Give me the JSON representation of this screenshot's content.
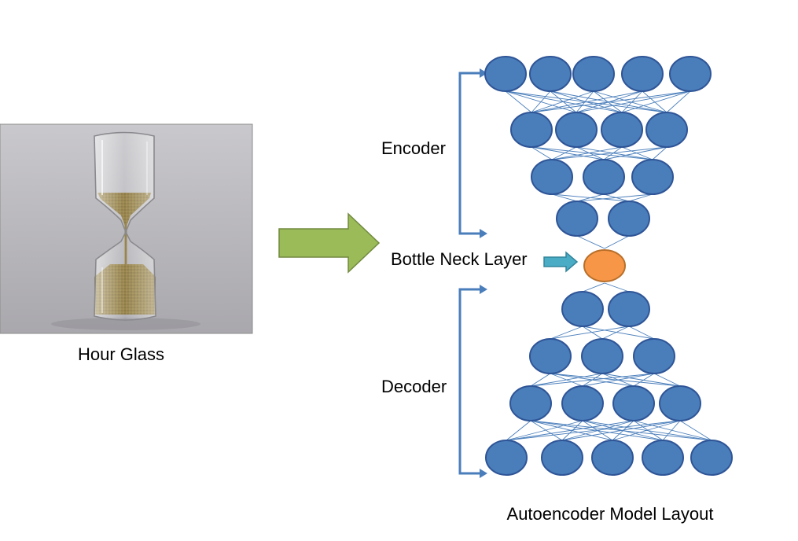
{
  "photo": {
    "caption": "Hour Glass",
    "subject": "hourglass-photo"
  },
  "diagram": {
    "encoder_label": "Encoder",
    "decoder_label": "Decoder",
    "bottleneck_label": "Bottle Neck Layer",
    "caption": "Autoencoder Model Layout",
    "layers": [
      5,
      4,
      3,
      2,
      1,
      2,
      3,
      4,
      5
    ],
    "bottleneck_index": 4
  },
  "colors": {
    "node_fill": "#4A7EBB",
    "node_stroke": "#2F5597",
    "bottleneck_fill": "#F79646",
    "bottleneck_stroke": "#B86F2B",
    "edge": "#4A7EBB",
    "bracket": "#4A7EBB",
    "big_arrow_fill": "#9BBB59",
    "big_arrow_stroke": "#71893F",
    "small_arrow_fill": "#4BACC6",
    "small_arrow_stroke": "#31859C"
  }
}
